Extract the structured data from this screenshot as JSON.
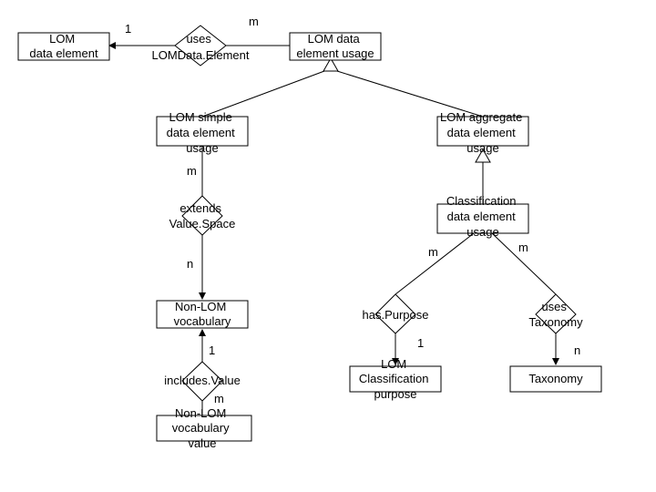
{
  "colors": {
    "line": "#000000",
    "fill": "#ffffff",
    "background": "#ffffff"
  },
  "entities": {
    "lom_data_element": [
      "LOM",
      "data element"
    ],
    "lom_data_element_usage": [
      "LOM data",
      "element usage"
    ],
    "lom_simple_usage": [
      "LOM simple",
      "data element",
      "usage"
    ],
    "lom_aggregate_usage": [
      "LOM aggregate",
      "data element",
      "usage"
    ],
    "classification_usage": [
      "Classification",
      "data element",
      "usage"
    ],
    "non_lom_vocabulary": [
      "Non-LOM",
      "vocabulary"
    ],
    "non_lom_vocabulary_value": [
      "Non-LOM",
      "vocabulary",
      "value"
    ],
    "lom_classification_purpose": [
      "LOM",
      "Classification",
      "purpose"
    ],
    "taxonomy": [
      "Taxonomy"
    ]
  },
  "relationships": {
    "uses_lom_data_element": [
      "uses",
      "LOMData.Element"
    ],
    "extends_value_space": [
      "extends",
      "Value.Space"
    ],
    "includes_value": [
      "includes.Value"
    ],
    "has_purpose": [
      "has.Purpose"
    ],
    "uses_taxonomy": [
      "uses",
      "Taxonomy"
    ]
  },
  "cardinalities": {
    "uses_lom_left": "1",
    "uses_lom_right": "m",
    "extends_top": "m",
    "extends_bottom": "n",
    "includes_top": "1",
    "includes_bottom": "m",
    "has_purpose_top": "m",
    "has_purpose_bottom": "1",
    "uses_taxonomy_top": "m",
    "uses_taxonomy_bottom": "n"
  }
}
